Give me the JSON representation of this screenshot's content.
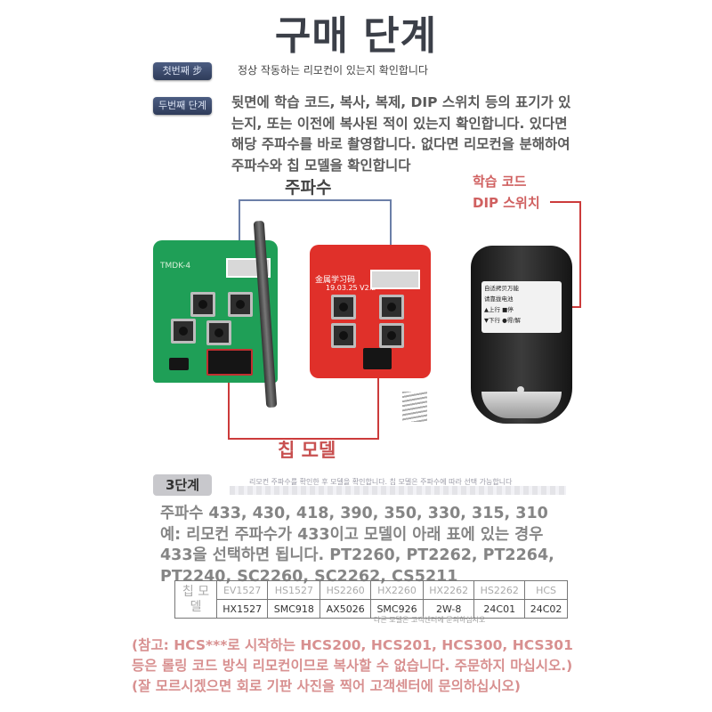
{
  "page_title": "구매 단계",
  "step1": {
    "badge": "첫번째 步",
    "text": "정상 작동하는 리모컨이 있는지 확인합니다"
  },
  "step2": {
    "badge": "두번째 단계",
    "text": "뒷면에 학습 코드, 복사, 복제, DIP 스위치 등의 표기가 있는지, 또는 이전에 복사된 적이 있는지 확인합니다. 있다면 해당 주파수를 바로 촬영합니다. 없다면 리모컨을 분해하여 주파수와 칩 모델을 확인합니다"
  },
  "labels": {
    "frequency": "주파수",
    "learning_code": "학습 코드 DIP 스위치",
    "chip_model": "칩 모델"
  },
  "boards": {
    "green_board_text": "TMDK-4",
    "red_board_text_1": "金属学习码",
    "red_board_text_2": "19.03.25 V2.2"
  },
  "remote": {
    "panel_line1": "自适拷贝万能",
    "panel_line2": "请靠拢电池",
    "panel_line3": "▲上行 ■停",
    "panel_line4": "▼下行 ●得/解"
  },
  "step3": {
    "badge": "3단계",
    "hint": "리모컨 주파수를 확인한 후 모델을 확인합니다. 칩 모델은 주파수에 따라 선택 가능합니다"
  },
  "frequency_text": "주파수 433, 430, 418, 390, 350, 330, 315, 310 예: 리모컨 주파수가 433이고 모델이 아래 표에 있는 경우 433을 선택하면 됩니다. PT2260, PT2262, PT2264, PT2240, SC2260, SC2262, CS5211",
  "table": {
    "row_header": "칩 모델",
    "faded_row": [
      "EV1527",
      "HS1527",
      "HS2260",
      "HX2260",
      "HX2262",
      "HS2262",
      "HCS"
    ],
    "row": [
      "HX1527",
      "SMC918",
      "AX5026",
      "SMC926",
      "2W-8",
      "24C01",
      "24C02"
    ],
    "note": "다른 모델은 고객센터에 문의하십시오"
  },
  "note": "(참고: HCS***로 시작하는 HCS200, HCS201, HCS300, HCS301 등은 롤링 코드 방식 리모컨이므로 복사할 수 없습니다. 주문하지 마십시오.) (잘 모르시겠으면 회로 기판 사진을 찍어 고객센터에 문의하십시오)",
  "colors": {
    "accent_red": "#cc3b3b",
    "badge_blue": "#2f3c5a",
    "green_board": "#1f9f57",
    "red_board": "#e0302a"
  }
}
